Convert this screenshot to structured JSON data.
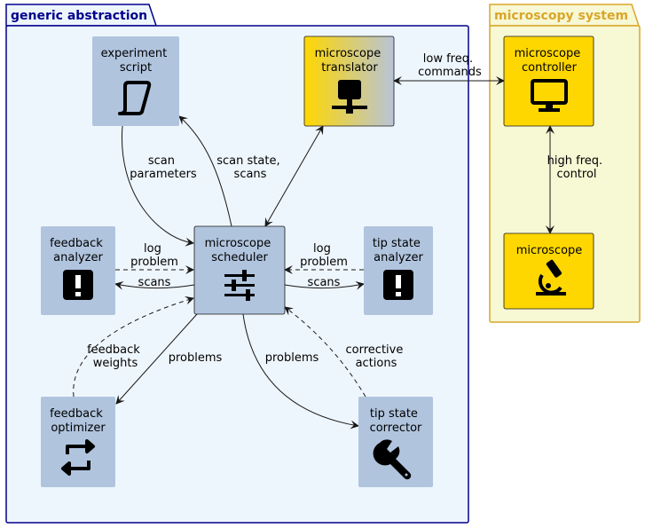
{
  "packages": {
    "generic": {
      "title": "generic abstraction",
      "border": "#00008b",
      "fill": "#eef6fd"
    },
    "microscopy": {
      "title": "microscopy system",
      "border": "#d9a62a",
      "fill": "#f7f8d4"
    }
  },
  "nodes": {
    "experiment_script": {
      "lines": [
        "experiment",
        "script"
      ],
      "icon": "scroll-icon"
    },
    "translator": {
      "lines": [
        "microscope",
        "translator"
      ],
      "icon": "network-icon"
    },
    "feedback_analyzer": {
      "lines": [
        "feedback",
        "analyzer"
      ],
      "icon": "alert-icon"
    },
    "scheduler": {
      "lines": [
        "microscope",
        "scheduler"
      ],
      "icon": "sliders-icon"
    },
    "tip_analyzer": {
      "lines": [
        "tip state",
        "analyzer"
      ],
      "icon": "alert-icon"
    },
    "feedback_optimizer": {
      "lines": [
        "feedback",
        "optimizer"
      ],
      "icon": "retweet-icon"
    },
    "tip_corrector": {
      "lines": [
        "tip state",
        "corrector"
      ],
      "icon": "wrench-icon"
    },
    "controller": {
      "lines": [
        "microscope",
        "controller"
      ],
      "icon": "monitor-icon"
    },
    "microscope": {
      "lines": [
        "microscope"
      ],
      "icon": "microscope-icon"
    }
  },
  "edges": {
    "script_to_scheduler": [
      "scan",
      "parameters"
    ],
    "scheduler_to_script": [
      "scan state,",
      "scans"
    ],
    "translator_controller": [
      "low freq.",
      "commands"
    ],
    "controller_microscope": [
      "high freq.",
      "control"
    ],
    "fa_to_scheduler": [
      "log",
      "problem"
    ],
    "scheduler_to_fa": [
      "scans"
    ],
    "ta_to_scheduler": [
      "log",
      "problem"
    ],
    "scheduler_to_ta": [
      "scans"
    ],
    "fo_to_scheduler": [
      "feedback",
      "weights"
    ],
    "scheduler_to_fo": [
      "problems"
    ],
    "scheduler_to_tc": [
      "problems"
    ],
    "tc_to_scheduler": [
      "corrective",
      "actions"
    ]
  },
  "colors": {
    "node_blue": "#b0c4de",
    "node_yellow": "#ffd700",
    "translator_gradient_end": "#b8c4d8",
    "arrow": "#181818"
  }
}
